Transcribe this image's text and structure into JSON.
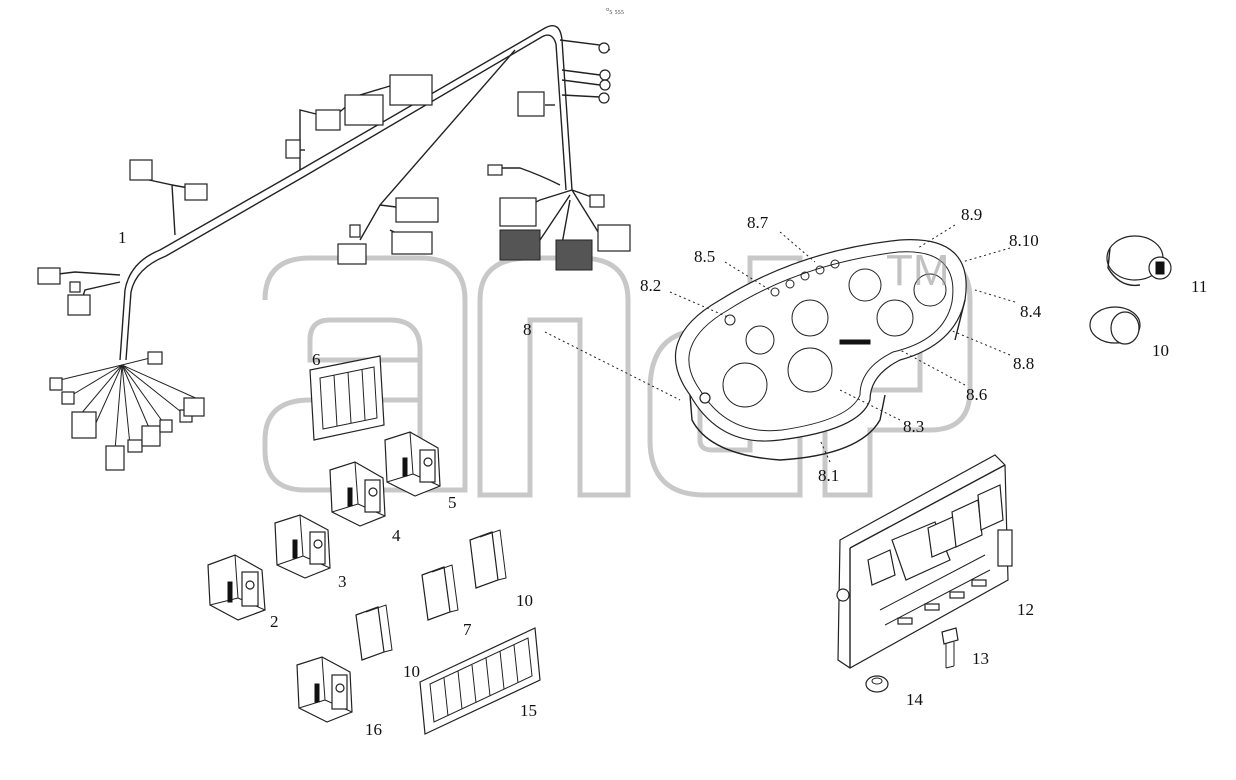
{
  "diagram": {
    "header_mark": "▫₅ ₅₅₅",
    "watermark_tm": "TM",
    "labels": [
      {
        "id": "1",
        "text": "1"
      },
      {
        "id": "2",
        "text": "2"
      },
      {
        "id": "3",
        "text": "3"
      },
      {
        "id": "4",
        "text": "4"
      },
      {
        "id": "5",
        "text": "5"
      },
      {
        "id": "6",
        "text": "6"
      },
      {
        "id": "7",
        "text": "7"
      },
      {
        "id": "8",
        "text": "8"
      },
      {
        "id": "8_1",
        "text": "8.1"
      },
      {
        "id": "8_2",
        "text": "8.2"
      },
      {
        "id": "8_3",
        "text": "8.3"
      },
      {
        "id": "8_4",
        "text": "8.4"
      },
      {
        "id": "8_5",
        "text": "8.5"
      },
      {
        "id": "8_6",
        "text": "8.6"
      },
      {
        "id": "8_7",
        "text": "8.7"
      },
      {
        "id": "8_8",
        "text": "8.8"
      },
      {
        "id": "8_9",
        "text": "8.9"
      },
      {
        "id": "8_10",
        "text": "8.10"
      },
      {
        "id": "10a",
        "text": "10"
      },
      {
        "id": "10b",
        "text": "10"
      },
      {
        "id": "10c",
        "text": "10"
      },
      {
        "id": "11",
        "text": "11"
      },
      {
        "id": "12",
        "text": "12"
      },
      {
        "id": "13",
        "text": "13"
      },
      {
        "id": "14",
        "text": "14"
      },
      {
        "id": "15",
        "text": "15"
      },
      {
        "id": "16",
        "text": "16"
      }
    ]
  }
}
